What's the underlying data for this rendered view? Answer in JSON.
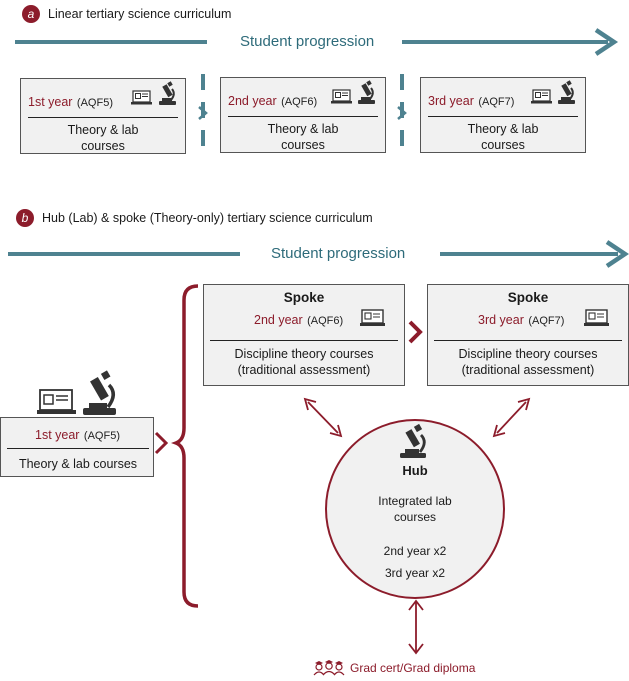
{
  "panel_a": {
    "badge": "a",
    "label": "Linear tertiary science curriculum",
    "progression": "Student progression",
    "years": [
      {
        "year": "1st year",
        "aqf": "(AQF5)",
        "courses": "Theory & lab courses"
      },
      {
        "year": "2nd year",
        "aqf": "(AQF6)",
        "courses": "Theory & lab courses"
      },
      {
        "year": "3rd year",
        "aqf": "(AQF7)",
        "courses": "Theory & lab courses"
      }
    ]
  },
  "panel_b": {
    "badge": "b",
    "label": "Hub (Lab) & spoke (Theory-only) tertiary science curriculum",
    "progression": "Student progression",
    "first_year": {
      "year": "1st year",
      "aqf": "(AQF5)",
      "courses": "Theory & lab courses"
    },
    "spokes": [
      {
        "title": "Spoke",
        "year": "2nd year",
        "aqf": "(AQF6)",
        "courses": "Discipline theory courses (traditional assessment)"
      },
      {
        "title": "Spoke",
        "year": "3rd year",
        "aqf": "(AQF7)",
        "courses": "Discipline theory courses (traditional assessment)"
      }
    ],
    "hub": {
      "title": "Hub",
      "description": "Integrated lab courses",
      "line1": "2nd year x2",
      "line2": "3rd year x2"
    },
    "grad": "Grad cert/Grad diploma"
  },
  "colors": {
    "accent": "#8c1c2b",
    "teal": "#2e6b7a",
    "box_fill": "#f1f1f1"
  }
}
